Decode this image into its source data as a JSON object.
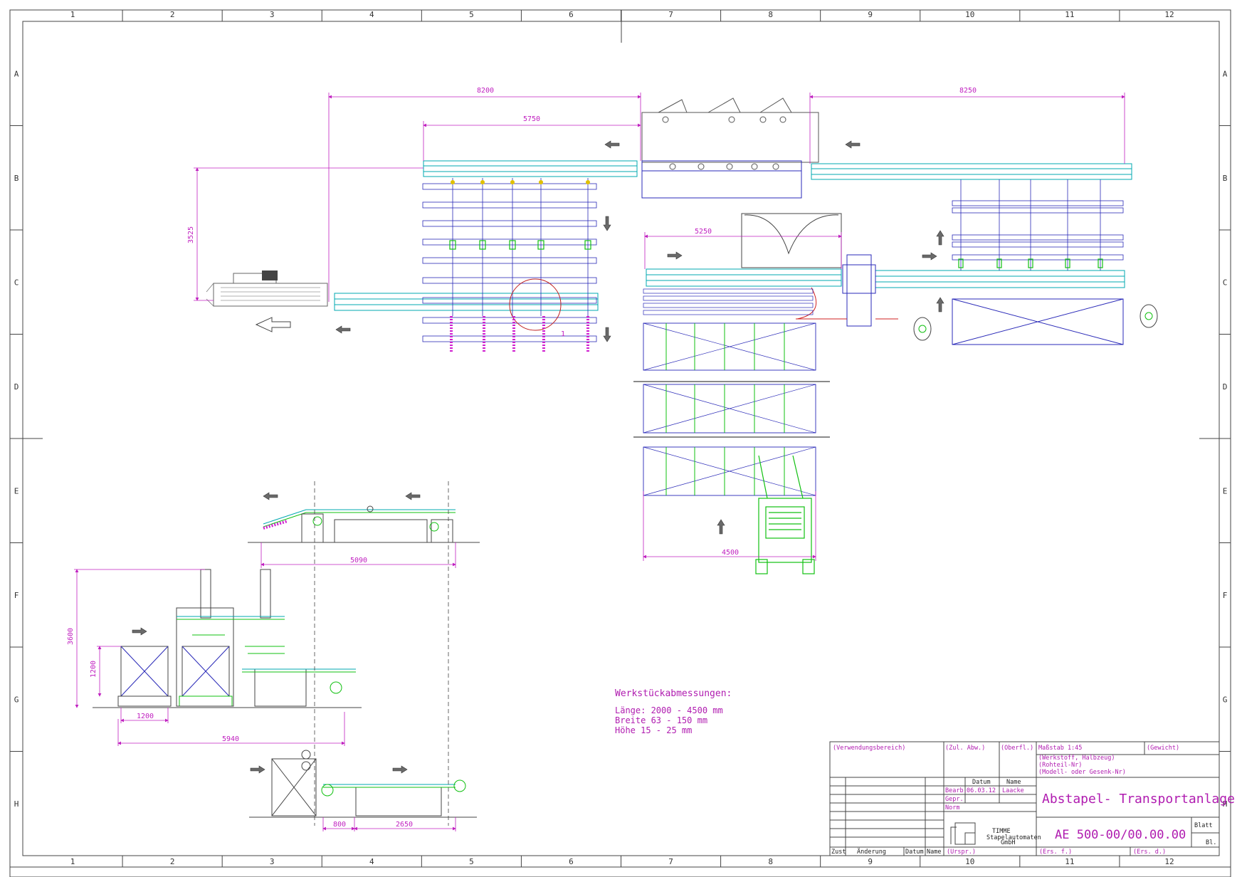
{
  "colors": {
    "frame": "#444444",
    "dimension": "#c020c0",
    "conveyor_cyan": "#00a8b0",
    "machine_green": "#10c010",
    "outline_blue": "#2a2ab8",
    "accent_yellow": "#e0c000",
    "title_magenta": "#b01cb0"
  },
  "grid": {
    "columns": [
      "1",
      "2",
      "3",
      "4",
      "5",
      "6",
      "7",
      "8",
      "9",
      "10",
      "11",
      "12"
    ],
    "rows": [
      "A",
      "B",
      "C",
      "D",
      "E",
      "F",
      "G",
      "H"
    ]
  },
  "dimensions": {
    "d8200": "8200",
    "d5750": "5750",
    "d8250": "8250",
    "d3525": "3525",
    "d5250": "5250",
    "d4500": "4500",
    "d5090": "5090",
    "d3600": "3600",
    "d1200v": "1200",
    "d1200h": "1200",
    "d5940": "5940",
    "d800": "800",
    "d2650": "2650"
  },
  "detail_marker": "1",
  "workpiece": {
    "title": "Werkstückabmessungen:",
    "lines": [
      "Länge:  2000 - 4500 mm",
      "Breite   63 - 150 mm",
      "Höhe     15 -  25 mm"
    ]
  },
  "title_block": {
    "verwendungsbereich": "(Verwendungsbereich)",
    "zul_abw": "(Zul. Abw.)",
    "oberfl": "(Oberfl.)",
    "massstab": "Maßstab  1:45",
    "gewicht": "(Gewicht)",
    "werkstoff": "(Werkstoff, Halbzeug)",
    "rohteil": "(Rohteil-Nr)",
    "modell": "(Modell- oder Gesenk-Nr)",
    "datum_header": "Datum",
    "name_header": "Name",
    "bearb": "Bearb.",
    "bearb_datum": "06.03.12",
    "bearb_name": "Laacke",
    "gepr": "Gepr.",
    "norm": "Norm",
    "company": "TIMME",
    "company_sub1": "Stapelautomaten",
    "company_sub2": "GmbH",
    "title": "Abstapel- Transportanlage",
    "drawing_no": "AE 500-00/00.00.00",
    "blatt": "Blatt",
    "bl": "Bl.",
    "zust": "Zust",
    "aenderung": "Änderung",
    "datum": "Datum",
    "name": "Name",
    "urspr": "(Urspr.)",
    "ers_f": "(Ers. f.)",
    "ers_d": "(Ers. d.)"
  }
}
